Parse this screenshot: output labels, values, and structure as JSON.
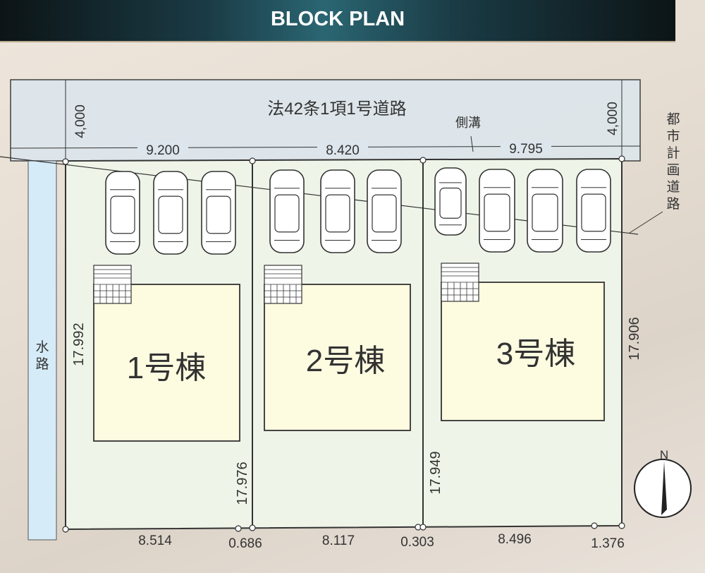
{
  "header": {
    "title": "BLOCK PLAN"
  },
  "road": {
    "label": "法42条1項1号道路",
    "width_left": "4,000",
    "width_right": "4,000",
    "gutter_label": "側溝",
    "city_road_label": "都市計画道路"
  },
  "waterway": {
    "label": "水路"
  },
  "frontage": [
    "9.200",
    "8.420",
    "9.795"
  ],
  "rear": [
    "8.514",
    "0.686",
    "8.117",
    "0.303",
    "8.496",
    "1.376"
  ],
  "depths": {
    "left": "17.992",
    "lot1_right": "17.976",
    "lot3_left": "17.949",
    "right": "17.906"
  },
  "buildings": [
    {
      "label": "1号棟"
    },
    {
      "label": "2号棟"
    },
    {
      "label": "3号棟"
    }
  ],
  "compass": {
    "label": "N"
  },
  "colors": {
    "lot": "#eef5e8",
    "building": "#fdfbe0",
    "road": "#dde6ec",
    "water": "#d5ecf8"
  }
}
